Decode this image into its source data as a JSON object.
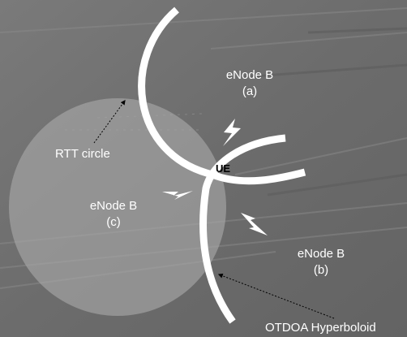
{
  "labels": {
    "enodeb_a": {
      "line1": "eNode B",
      "line2": "(a)"
    },
    "enodeb_b": {
      "line1": "eNode B",
      "line2": "(b)"
    },
    "enodeb_c": {
      "line1": "eNode B",
      "line2": "(c)"
    },
    "ue": "UE",
    "rtt_circle": "RTT circle",
    "otdoa": "OTDOA Hyperboloid"
  },
  "colors": {
    "background": "#6f6f6f",
    "rtt_circle_fill": "#a9a9a9",
    "arc_stroke": "#ffffff",
    "text": "#ffffff",
    "ue_text": "#000000"
  },
  "icons": {
    "signal_a": "lightning-bolt",
    "signal_b": "lightning-bolt",
    "signal_c": "lightning-bolt",
    "pointer_rtt": "dashed-arrow",
    "pointer_otdoa": "dashed-arrow"
  }
}
